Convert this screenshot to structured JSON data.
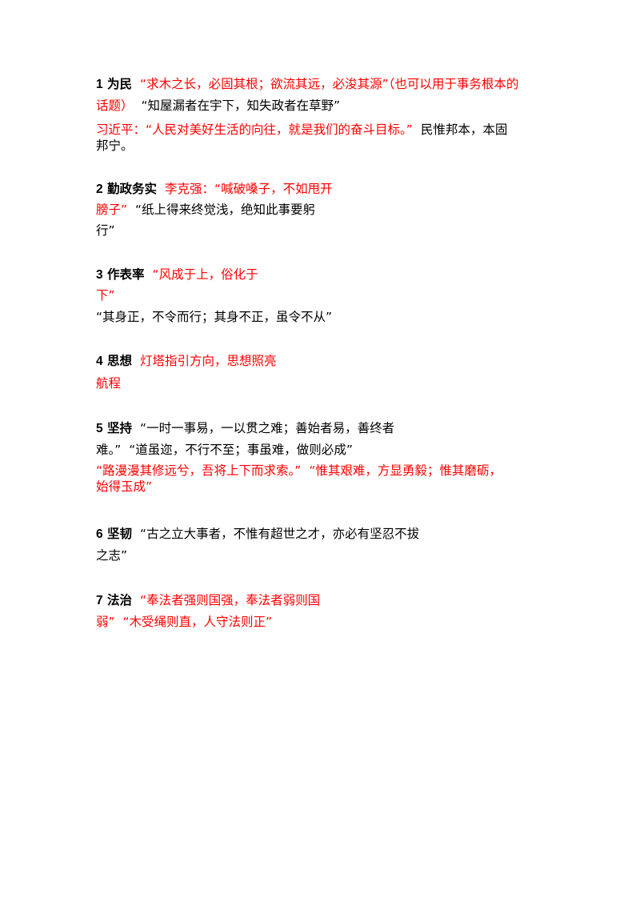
{
  "sections": [
    {
      "number": "1",
      "title": "为民",
      "l1_red": "“求木之长，必固其根；欲流其远，必浚其源”（也可以用于事务根本的",
      "l2_red": "话题）",
      "l2_black": "“知屋漏者在宇下，知失政者在草野”",
      "l3_red": "习近平：“人民对美好生活的向往，就是我们的奋斗目标。”",
      "l3_black": "民惟邦本，本固",
      "l4_black": "邦宁。"
    },
    {
      "number": "2",
      "title": "勤政务实",
      "l1_red": "李克强：“喊破嗓子，不如甩开",
      "l2_red": "膀子”",
      "l2_black": "“纸上得来终觉浅，绝知此事要躬",
      "l3_black": "行”"
    },
    {
      "number": "3",
      "title": "作表率",
      "l1_red": "“风成于上，俗化于",
      "l2_red": "下”",
      "l3_black": "“其身正，不令而行；其身不正，虽令不从”"
    },
    {
      "number": "4",
      "title": "思想",
      "l1_red": "灯塔指引方向，思想照亮",
      "l2_red": "航程"
    },
    {
      "number": "5",
      "title": "坚持",
      "l1_black": "“一时一事易，一以贯之难；善始者易，善终者",
      "l2_black_a": "难。”",
      "l2_black_b": "“道虽迩，不行不至；事虽难，做则必成”",
      "l3_red": "“路漫漫其修远兮，吾将上下而求索。”",
      "l3_red_b": "“惟其艰难，方显勇毅；惟其磨砺，",
      "l4_red": "始得玉成”"
    },
    {
      "number": "6",
      "title": "坚韧",
      "l1_black": "“古之立大事者，不惟有超世之才，亦必有坚忍不拔",
      "l2_black": "之志”"
    },
    {
      "number": "7",
      "title": "法治",
      "l1_red": "“奉法者强则国强，奉法者弱则国",
      "l2_red": "弱”",
      "l2_red_b": "“木受绳则直，人守法则正”"
    }
  ]
}
